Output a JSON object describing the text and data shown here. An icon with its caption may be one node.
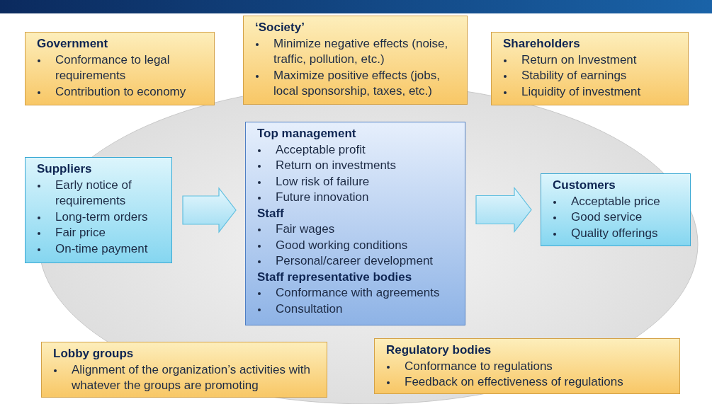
{
  "diagram": {
    "nodes": [
      {
        "text": [
          "Government",
          "Conformance to legal requirements",
          "Contribution to economy"
        ]
      },
      {
        "text": [
          "‘Society’",
          "Minimize negative effects (noise, traffic, pollution, etc.)",
          "Maximize positive effects (jobs, local sponsorship, taxes, etc.)"
        ]
      },
      {
        "text": [
          "Shareholders",
          "Return on Investment",
          "Stability of earnings",
          "Liquidity of investment"
        ]
      },
      {
        "text": [
          "Suppliers",
          "Early notice of requirements",
          "Long-term orders",
          "Fair price",
          "On-time payment"
        ]
      },
      {
        "text": [
          "Top management",
          "Acceptable profit",
          "Return on investments",
          "Low risk of failure",
          "Future innovation",
          "Staff",
          "Fair wages",
          "Good working conditions",
          "Personal/career development",
          "Staff representative bodies",
          "Conformance with agreements",
          "Consultation"
        ]
      },
      {
        "text": [
          "Customers",
          "Acceptable price",
          "Good service",
          "Quality offerings"
        ]
      },
      {
        "text": [
          "Lobby groups",
          "Alignment of the organization’s activities with whatever the groups are promoting"
        ]
      },
      {
        "text": [
          "Regulatory bodies",
          "Conformance to regulations",
          "Feedback on effectiveness of regulations"
        ]
      }
    ],
    "edges": [
      {
        "from": 3,
        "to": 4,
        "arrow": "to"
      },
      {
        "from": 4,
        "to": 5,
        "arrow": "to"
      }
    ]
  }
}
